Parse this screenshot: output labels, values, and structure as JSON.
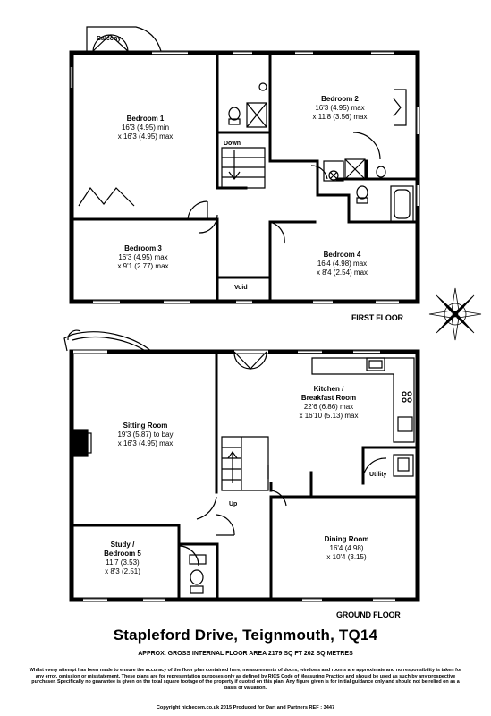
{
  "first_floor": {
    "label": "FIRST FLOOR",
    "balcony": "Balcony",
    "down": "Down",
    "void": "Void",
    "rooms": [
      {
        "name": "Bedroom 1",
        "dim1": "16'3 (4.95) min",
        "dim2": "x 16'3 (4.95) max"
      },
      {
        "name": "Bedroom 2",
        "dim1": "16'3 (4.95) max",
        "dim2": "x 11'8 (3.56) max"
      },
      {
        "name": "Bedroom 3",
        "dim1": "16'3 (4.95) max",
        "dim2": "x 9'1 (2.77) max"
      },
      {
        "name": "Bedroom 4",
        "dim1": "16'4 (4.98) max",
        "dim2": "x 8'4 (2.54) max"
      }
    ]
  },
  "ground_floor": {
    "label": "GROUND FLOOR",
    "up": "Up",
    "utility": "Utility",
    "rooms": [
      {
        "name": "Sitting Room",
        "dim1": "19'3 (5.87) to bay",
        "dim2": "x 16'3 (4.95) max"
      },
      {
        "name": "Kitchen /",
        "name2": "Breakfast Room",
        "dim1": "22'6 (6.86) max",
        "dim2": "x 16'10 (5.13) max"
      },
      {
        "name": "Study /",
        "name2": "Bedroom 5",
        "dim1": "11'7 (3.53)",
        "dim2": "x 8'3 (2.51)"
      },
      {
        "name": "Dining Room",
        "dim1": "16'4 (4.98)",
        "dim2": "x 10'4 (3.15)"
      }
    ]
  },
  "title": "Stapleford Drive, Teignmouth, TQ14",
  "area": "APPROX. GROSS INTERNAL FLOOR AREA 2179 SQ FT 202 SQ METRES",
  "disclaimer": "Whilst every attempt has been made to ensure the accuracy of the floor plan contained here, measurements of doors, windows and rooms are approximate and no responsibility is taken for any error, omission or misstatement. These plans are for representation purposes only as defined by RICS Code of Measuring Practice and should be used as such by any prospective purchaser. Specifically no guarantee is given on the total square footage of the property if quoted on this plan. Any figure given is for initial guidance only and should not be relied on as a basis of valuation.",
  "credits": "Copyright nichecom.co.uk   2015     Produced for Dart and Partners   REF : 3447"
}
